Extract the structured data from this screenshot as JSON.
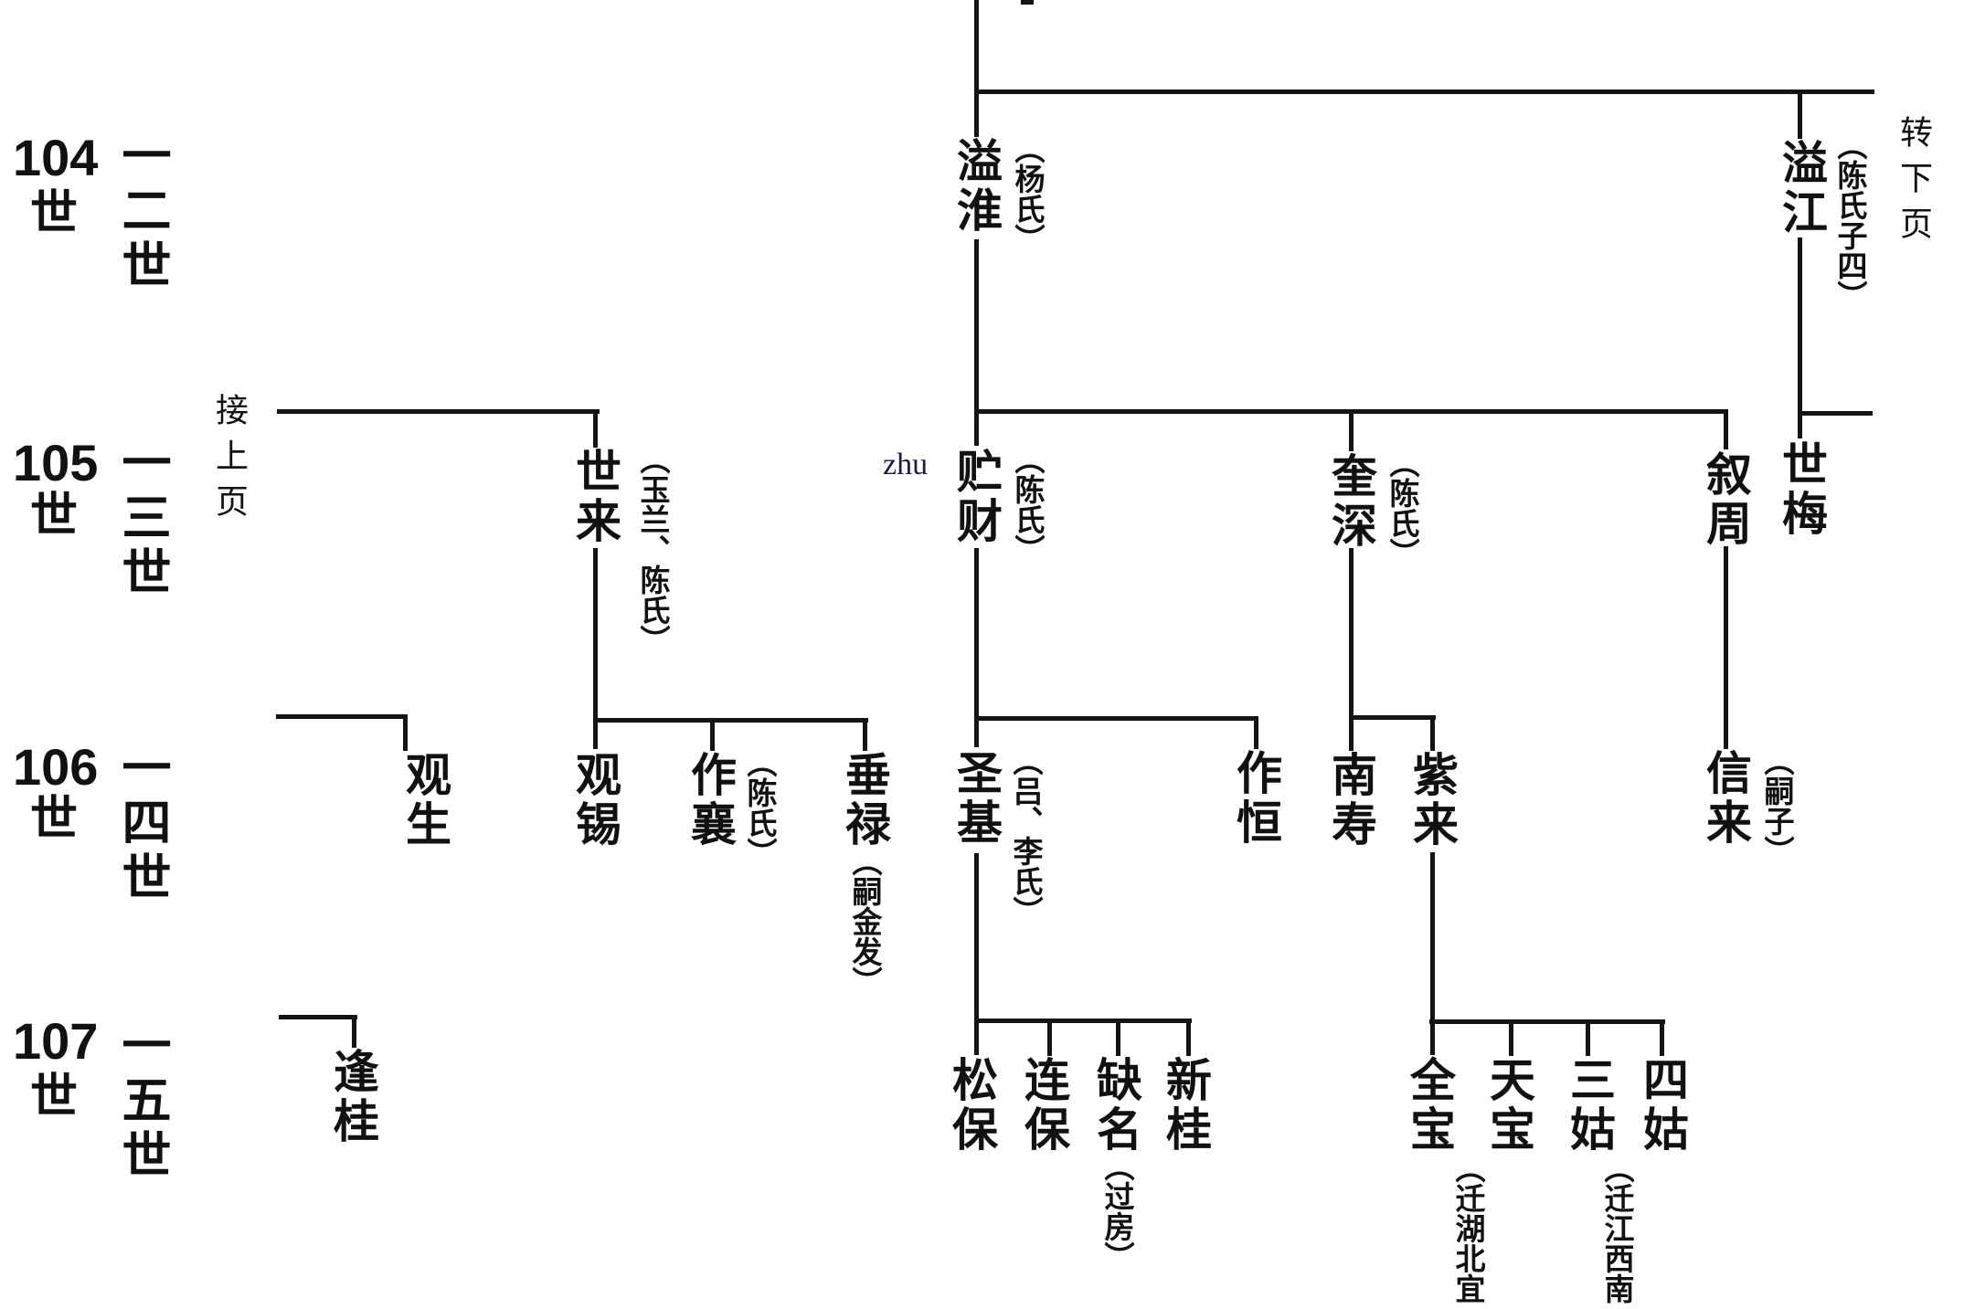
{
  "page_links": {
    "from_prev": "接上页",
    "to_next": "转下页"
  },
  "watermark": "zhu",
  "generation_axis": [
    {
      "western": "104",
      "shi": "世",
      "branch": "一二世"
    },
    {
      "western": "105",
      "shi": "世",
      "branch": "一三世"
    },
    {
      "western": "106",
      "shi": "世",
      "branch": "一四世"
    },
    {
      "western": "107",
      "shi": "世",
      "branch": "一五世"
    }
  ],
  "people": [
    {
      "id": "yihuai",
      "name": "溢淮",
      "note": "（杨氏）"
    },
    {
      "id": "yijiang",
      "name": "溢江",
      "note": "（陈氏子四）"
    },
    {
      "id": "shilai",
      "name": "世来",
      "note": "（玉兰、陈氏）"
    },
    {
      "id": "zhucai",
      "name": "贮财",
      "note": "（陈氏）"
    },
    {
      "id": "kuishen",
      "name": "奎深",
      "note": "（陈氏）"
    },
    {
      "id": "xuzhou",
      "name": "叙周",
      "note": ""
    },
    {
      "id": "shimei",
      "name": "世梅",
      "note": ""
    },
    {
      "id": "guansheng",
      "name": "观生",
      "note": ""
    },
    {
      "id": "guanxi",
      "name": "观锡",
      "note": ""
    },
    {
      "id": "zuoxiang",
      "name": "作襄",
      "note": "（陈氏）"
    },
    {
      "id": "chuilu",
      "name": "垂禄",
      "note": "（嗣金发）"
    },
    {
      "id": "shengji",
      "name": "圣基",
      "note": "（吕、李氏）"
    },
    {
      "id": "zuoheng",
      "name": "作恒",
      "note": ""
    },
    {
      "id": "nanshou",
      "name": "南寿",
      "note": ""
    },
    {
      "id": "zilai",
      "name": "紫来",
      "note": ""
    },
    {
      "id": "xinlai",
      "name": "信来",
      "note": "（嗣子）"
    },
    {
      "id": "fenggui",
      "name": "逢桂",
      "note": ""
    },
    {
      "id": "songbao",
      "name": "松保",
      "note": ""
    },
    {
      "id": "lianbao",
      "name": "连保",
      "note": ""
    },
    {
      "id": "quename",
      "name": "缺名",
      "note": "（过房）"
    },
    {
      "id": "xingui",
      "name": "新桂",
      "note": ""
    },
    {
      "id": "quanbao",
      "name": "全宝",
      "note": "（迁湖北宜"
    },
    {
      "id": "tianbao",
      "name": "天宝",
      "note": ""
    },
    {
      "id": "sangu",
      "name": "三姑",
      "note": ""
    },
    {
      "id": "sigu",
      "name": "四姑",
      "note": "（迁江西南"
    }
  ]
}
